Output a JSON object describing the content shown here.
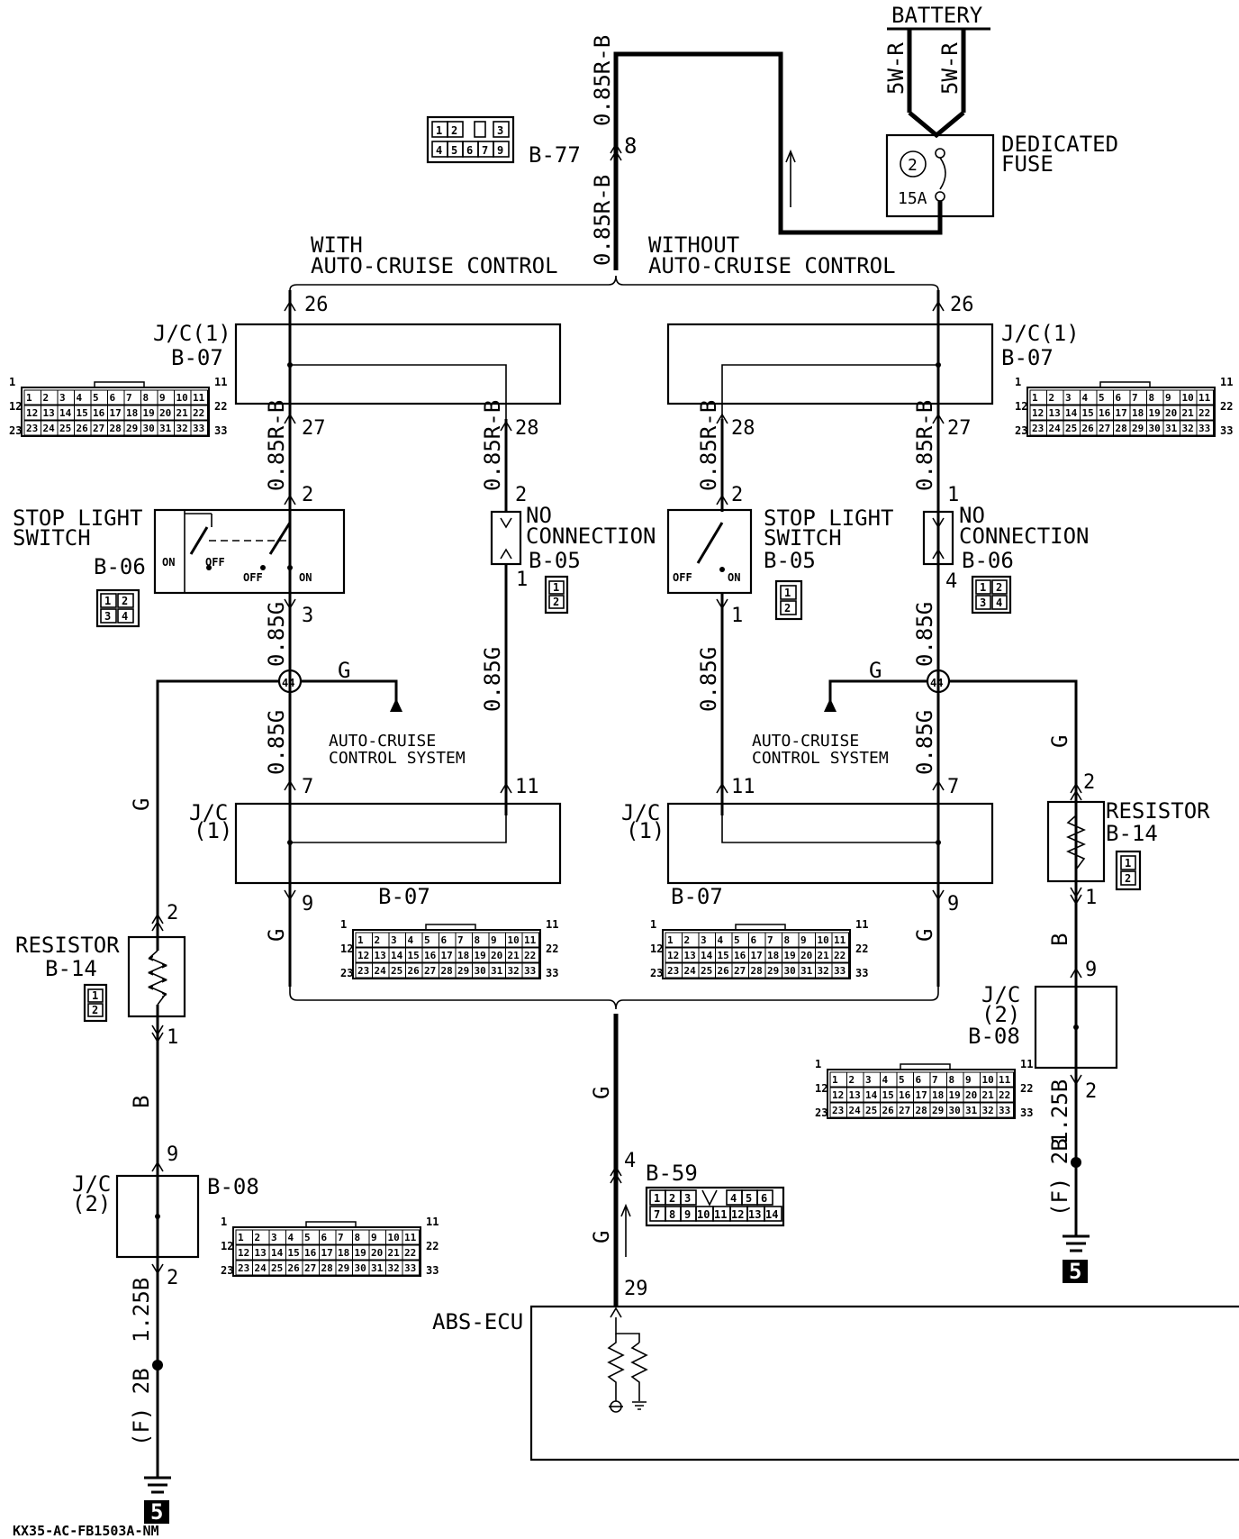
{
  "battery": {
    "label": "BATTERY",
    "wire_left": "5W-R",
    "wire_right": "5W-R"
  },
  "fuse": {
    "label_line1": "DEDICATED",
    "label_line2": "FUSE",
    "number": "2",
    "rating": "15A"
  },
  "main_feed": {
    "wire_upper": "0.85R-B",
    "wire_lower": "0.85R-B",
    "connector": "B-77",
    "pin": "8",
    "connector_pins": [
      "1",
      "2",
      "",
      "3",
      "4",
      "5",
      "6",
      "7",
      "9"
    ]
  },
  "branches": {
    "left": {
      "line1": "WITH",
      "line2": "AUTO-CRUISE CONTROL"
    },
    "right": {
      "line1": "WITHOUT",
      "line2": "AUTO-CRUISE CONTROL"
    }
  },
  "jc1": {
    "label_line1": "J/C(1)",
    "connector": "B-07",
    "lower_label_line1": "J/C",
    "lower_label_line2": "(1)",
    "pins": {
      "in": "26",
      "sw": "27",
      "nc": "28",
      "out_a": "7",
      "out_b": "11",
      "ground": "9"
    }
  },
  "grid33": {
    "row1": [
      "1",
      "2",
      "3",
      "4",
      "5",
      "6",
      "7",
      "8",
      "9",
      "10",
      "11"
    ],
    "row2": [
      "12",
      "13",
      "14",
      "15",
      "16",
      "17",
      "18",
      "19",
      "20",
      "21",
      "22"
    ],
    "row3": [
      "23",
      "24",
      "25",
      "26",
      "27",
      "28",
      "29",
      "30",
      "31",
      "32",
      "33"
    ],
    "corner_tl": "1",
    "corner_tr": "11",
    "corner_ml": "12",
    "corner_mr": "22",
    "corner_bl": "23",
    "corner_br": "33"
  },
  "wires": {
    "r_b": "0.85R-B",
    "g085": "0.85G",
    "g": "G",
    "b": "B",
    "b125": "1.25B",
    "ground_left": "(F) 2B",
    "ground_right": "(F) 2B"
  },
  "stop_switch_left": {
    "line1": "STOP LIGHT",
    "line2": "SWITCH",
    "connector": "B-06",
    "on1": "ON",
    "off1": "OFF",
    "off2": "OFF",
    "on2": "ON",
    "pin_top": "2",
    "pin_bottom": "3",
    "connector_pins": [
      "1",
      "2",
      "3",
      "4"
    ]
  },
  "nc_left": {
    "line1": "NO",
    "line2": "CONNECTION",
    "connector": "B-05",
    "pin_top": "2",
    "pin_bottom": "1",
    "connector_pins": [
      "1",
      "2"
    ]
  },
  "stop_switch_right": {
    "line1": "STOP LIGHT",
    "line2": "SWITCH",
    "connector": "B-05",
    "off": "OFF",
    "on": "ON",
    "pin_top": "2",
    "pin_bottom": "1",
    "connector_pins": [
      "1",
      "2"
    ]
  },
  "nc_right": {
    "line1": "NO",
    "line2": "CONNECTION",
    "connector": "B-06",
    "pin_top": "1",
    "pin_bottom": "4",
    "connector_pins": [
      "1",
      "2",
      "3",
      "4"
    ]
  },
  "splice": "44",
  "auto_cruise": {
    "line1": "AUTO-CRUISE",
    "line2": "CONTROL SYSTEM"
  },
  "resistor": {
    "label": "RESISTOR",
    "connector": "B-14",
    "pin_top": "2",
    "pin_bottom": "1",
    "connector_pins": [
      "1",
      "2"
    ]
  },
  "jc2": {
    "line1": "J/C",
    "line2": "(2)",
    "connector": "B-08",
    "pin_in": "9",
    "pin_out": "2"
  },
  "abs": {
    "label": "ABS-ECU",
    "connector": "B-59",
    "pin_upper": "4",
    "pin_lower": "29",
    "connector_pins": [
      "1",
      "2",
      "3",
      "",
      "4",
      "5",
      "6",
      "7",
      "8",
      "9",
      "10",
      "11",
      "12",
      "13",
      "14"
    ]
  },
  "ground_symbol": "5",
  "footer_code": "KX35-AC-FB1503A-NM"
}
